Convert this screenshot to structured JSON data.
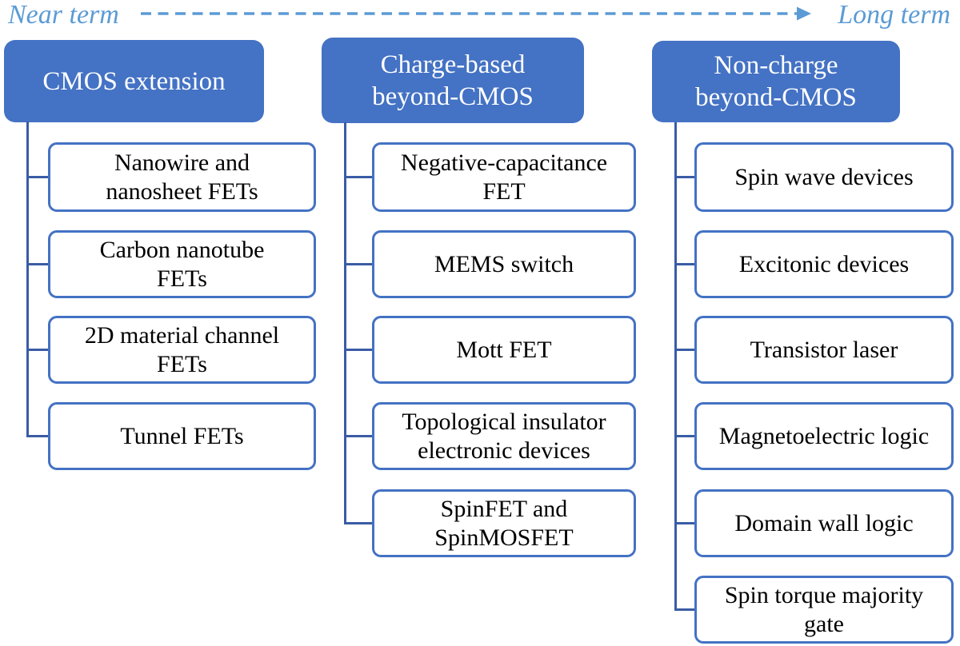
{
  "timeline": {
    "near_label": "Near term",
    "long_label": "Long term"
  },
  "columns": [
    {
      "header": "CMOS extension",
      "items": [
        "Nanowire and\nnanosheet FETs",
        "Carbon nanotube\nFETs",
        "2D material channel\nFETs",
        "Tunnel FETs"
      ]
    },
    {
      "header": "Charge-based\nbeyond-CMOS",
      "items": [
        "Negative-capacitance\nFET",
        "MEMS switch",
        "Mott FET",
        "Topological insulator\nelectronic devices",
        "SpinFET and\nSpinMOSFET"
      ]
    },
    {
      "header": "Non-charge\nbeyond-CMOS",
      "items": [
        "Spin wave devices",
        "Excitonic devices",
        "Transistor laser",
        "Magnetoelectric logic",
        "Domain wall logic",
        "Spin torque majority\ngate"
      ]
    }
  ],
  "colors": {
    "header_fill": "#4472C4",
    "item_border": "#4472C4",
    "connector": "#3A5CA5",
    "timeline_accent": "#5B9BD5",
    "item_text": "#000000",
    "header_text": "#ffffff"
  }
}
